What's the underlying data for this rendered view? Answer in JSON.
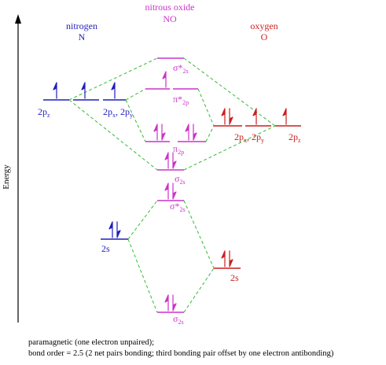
{
  "axis": {
    "label": "Energy"
  },
  "headers": {
    "nitrogen": {
      "name": "nitrogen",
      "symbol": "N"
    },
    "molecule": {
      "name": "nitrous oxide",
      "symbol": "NO"
    },
    "oxygen": {
      "name": "oxygen",
      "symbol": "O"
    }
  },
  "labels": {
    "n_2pz": "2p",
    "n_2pz_sub": "z",
    "n_2pxy_a": "2p",
    "n_2pxy_a_sub": "x",
    "n_2pxy_sep": ", 2p",
    "n_2pxy_b_sub": "y",
    "n_2s": "2s",
    "o_2pxy_a": "2p",
    "o_2pxy_a_sub": "x",
    "o_2pxy_sep": ", 2p",
    "o_2pxy_b_sub": "y",
    "o_2pz": "2p",
    "o_2pz_sub": "z",
    "o_2s": "2s",
    "mo_sigstar2s_top": "σ*",
    "mo_sigstar2s_top_sub": "2s",
    "mo_pistar": "π*",
    "mo_pistar_sub": "2p",
    "mo_pi": "π",
    "mo_pi_sub": "2p",
    "mo_sigma_mid": "σ",
    "mo_sigma_mid_sub": "2s",
    "mo_sigstar_low": "σ*",
    "mo_sigstar_low_sub": "2s",
    "mo_sigma_low": "σ",
    "mo_sigma_low_sub": "2s"
  },
  "notes": {
    "line1": "paramagnetic (one electron unpaired);",
    "line2": "bond order = 2.5 (2 net pairs bonding; third bonding pair offset by one electron antibonding)"
  },
  "colors": {
    "nitrogen": "#1f1fbf",
    "molecule": "#cc33cc",
    "oxygen": "#cc1f1f",
    "correlation": "#33bb33",
    "axis": "#000000"
  }
}
